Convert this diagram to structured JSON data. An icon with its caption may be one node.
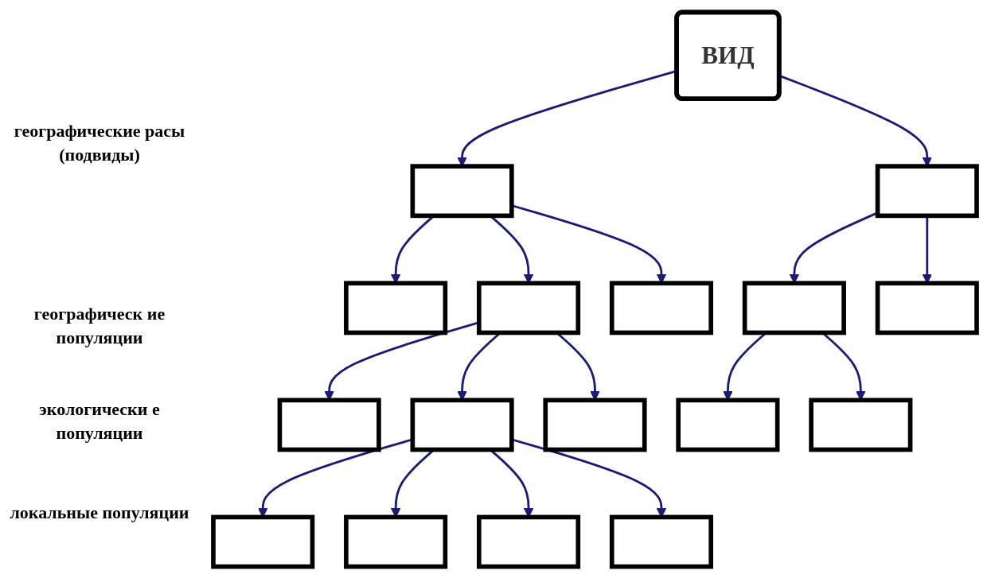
{
  "diagram": {
    "nodes": [
      {
        "text": [
          "ВИД"
        ]
      },
      {
        "text": [],
        "shape": "box"
      },
      {
        "text": [],
        "shape": "box"
      },
      {
        "text": [],
        "shape": "box"
      },
      {
        "text": [],
        "shape": "box"
      },
      {
        "text": [],
        "shape": "box"
      },
      {
        "text": [],
        "shape": "box"
      },
      {
        "text": [],
        "shape": "box"
      },
      {
        "text": [],
        "shape": "box"
      },
      {
        "text": [],
        "shape": "box"
      },
      {
        "text": [],
        "shape": "box"
      },
      {
        "text": [],
        "shape": "box"
      },
      {
        "text": [],
        "shape": "box"
      },
      {
        "text": [],
        "shape": "box"
      },
      {
        "text": [],
        "shape": "box"
      },
      {
        "text": [],
        "shape": "box"
      },
      {
        "text": [],
        "shape": "box"
      }
    ],
    "edges": [
      {
        "from": 0,
        "to": 1,
        "arrow": "to"
      },
      {
        "from": 0,
        "to": 2,
        "arrow": "to"
      },
      {
        "from": 1,
        "to": 3,
        "arrow": "to"
      },
      {
        "from": 1,
        "to": 4,
        "arrow": "to"
      },
      {
        "from": 1,
        "to": 5,
        "arrow": "to"
      },
      {
        "from": 2,
        "to": 6,
        "arrow": "to"
      },
      {
        "from": 2,
        "to": 7,
        "arrow": "to"
      },
      {
        "from": 4,
        "to": 8,
        "arrow": "to"
      },
      {
        "from": 4,
        "to": 9,
        "arrow": "to"
      },
      {
        "from": 4,
        "to": 10,
        "arrow": "to"
      },
      {
        "from": 6,
        "to": 11,
        "arrow": "to"
      },
      {
        "from": 6,
        "to": 12,
        "arrow": "to"
      },
      {
        "from": 9,
        "to": 13,
        "arrow": "to"
      },
      {
        "from": 9,
        "to": 14,
        "arrow": "to"
      },
      {
        "from": 9,
        "to": 15,
        "arrow": "to"
      },
      {
        "from": 9,
        "to": 16,
        "arrow": "to"
      }
    ],
    "labels": [
      "географические расы (подвиды)",
      "географическ ие популяции",
      "экологически е популяции",
      "локальные популяции"
    ]
  }
}
